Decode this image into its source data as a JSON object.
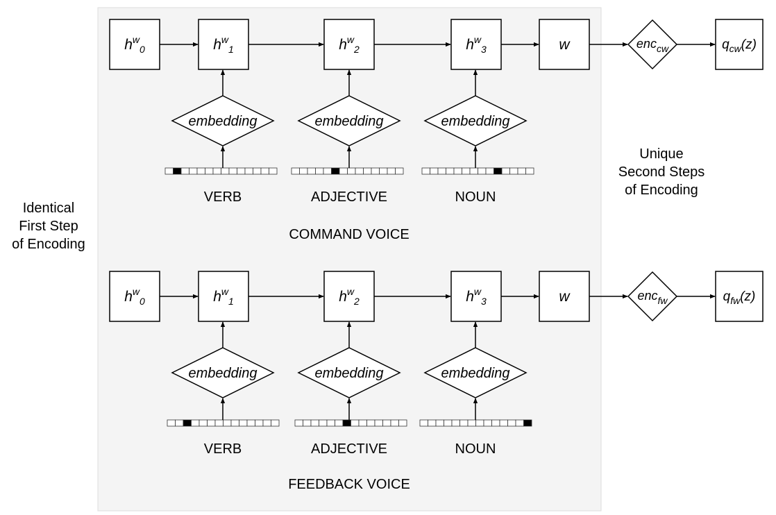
{
  "side_labels": {
    "left": [
      "Identical",
      "First Step",
      "of Encoding"
    ],
    "right": [
      "Unique",
      "Second Steps",
      "of Encoding"
    ]
  },
  "rows": [
    {
      "caption": "COMMAND VOICE",
      "states": [
        {
          "base": "h",
          "sup": "w",
          "sub": "0"
        },
        {
          "base": "h",
          "sup": "w",
          "sub": "1"
        },
        {
          "base": "h",
          "sup": "w",
          "sub": "2"
        },
        {
          "base": "h",
          "sup": "w",
          "sub": "3"
        }
      ],
      "w_label": "w",
      "encoder": {
        "base": "enc",
        "sub": "cw"
      },
      "output": {
        "base": "q",
        "sub": "cw",
        "arg": "(z)"
      },
      "embeddings": [
        {
          "label": "embedding",
          "word": "VERB",
          "active_index": 1
        },
        {
          "label": "embedding",
          "word": "ADJECTIVE",
          "active_index": 5
        },
        {
          "label": "embedding",
          "word": "NOUN",
          "active_index": 9
        }
      ]
    },
    {
      "caption": "FEEDBACK VOICE",
      "states": [
        {
          "base": "h",
          "sup": "w",
          "sub": "0"
        },
        {
          "base": "h",
          "sup": "w",
          "sub": "1"
        },
        {
          "base": "h",
          "sup": "w",
          "sub": "2"
        },
        {
          "base": "h",
          "sup": "w",
          "sub": "3"
        }
      ],
      "w_label": "w",
      "encoder": {
        "base": "enc",
        "sub": "fw"
      },
      "output": {
        "base": "q",
        "sub": "fw",
        "arg": "(z)"
      },
      "embeddings": [
        {
          "label": "embedding",
          "word": "VERB",
          "active_index": 2
        },
        {
          "label": "embedding",
          "word": "ADJECTIVE",
          "active_index": 6
        },
        {
          "label": "embedding",
          "word": "NOUN",
          "active_index": 13
        }
      ]
    }
  ],
  "onehot_length": 14,
  "colors": {
    "panel_fill": "#f4f4f4",
    "panel_stroke": "#dddddd",
    "stroke": "#000000",
    "active_cell": "#000000"
  }
}
